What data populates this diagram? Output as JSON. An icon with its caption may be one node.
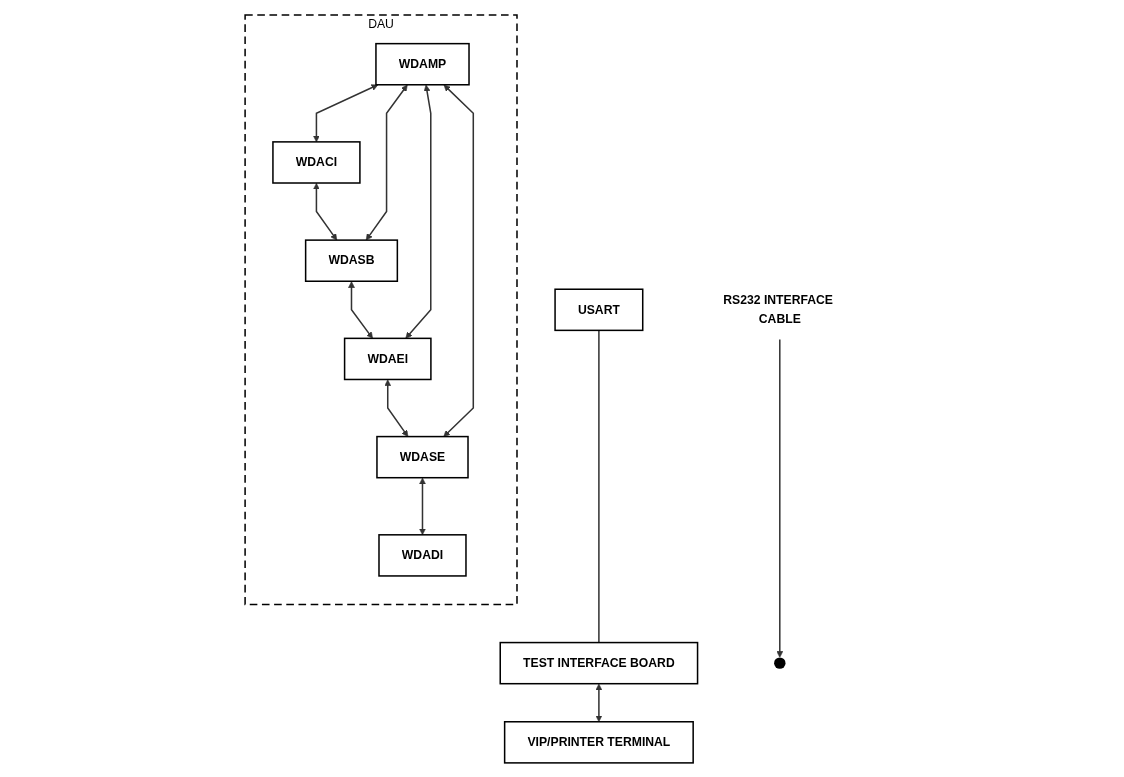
{
  "diagram": {
    "nodes": [
      {
        "text": [
          "DAU"
        ]
      },
      {
        "text": [
          "WDACI"
        ],
        "in": 0
      },
      {
        "text": [
          "WDASB"
        ],
        "in": 0
      },
      {
        "text": [
          "WDAEI"
        ],
        "in": 0
      },
      {
        "text": [
          "WDASE"
        ],
        "in": 0
      },
      {
        "text": [
          "WDADI"
        ],
        "in": 0
      },
      {
        "text": [
          "WDAMP"
        ],
        "in": 0
      },
      {
        "text": [
          "USART"
        ]
      },
      {
        "text": [
          "TEST INTERFACE BOARD"
        ]
      },
      {
        "text": [
          "VIP/PRINTER TERMINAL"
        ]
      },
      {
        "text": [
          "RS232 INTERFACE CABLE"
        ]
      }
    ],
    "edges": [
      {
        "from": 1,
        "to": 2,
        "arrow": "both"
      },
      {
        "from": 2,
        "to": 3,
        "arrow": "both"
      },
      {
        "from": 3,
        "to": 4,
        "arrow": "both"
      },
      {
        "from": 4,
        "to": 5,
        "arrow": "both"
      },
      {
        "from": 6,
        "to": 1,
        "arrow": "both"
      },
      {
        "from": 6,
        "to": 2,
        "arrow": "both"
      },
      {
        "from": 6,
        "to": 3,
        "arrow": "both"
      },
      {
        "from": 6,
        "to": 4,
        "arrow": "both"
      },
      {
        "from": 7,
        "to": 8,
        "arrow": "none"
      },
      {
        "from": 8,
        "to": 9,
        "arrow": "both"
      },
      {
        "from": 10,
        "to": null,
        "arrow": "to"
      }
    ]
  }
}
